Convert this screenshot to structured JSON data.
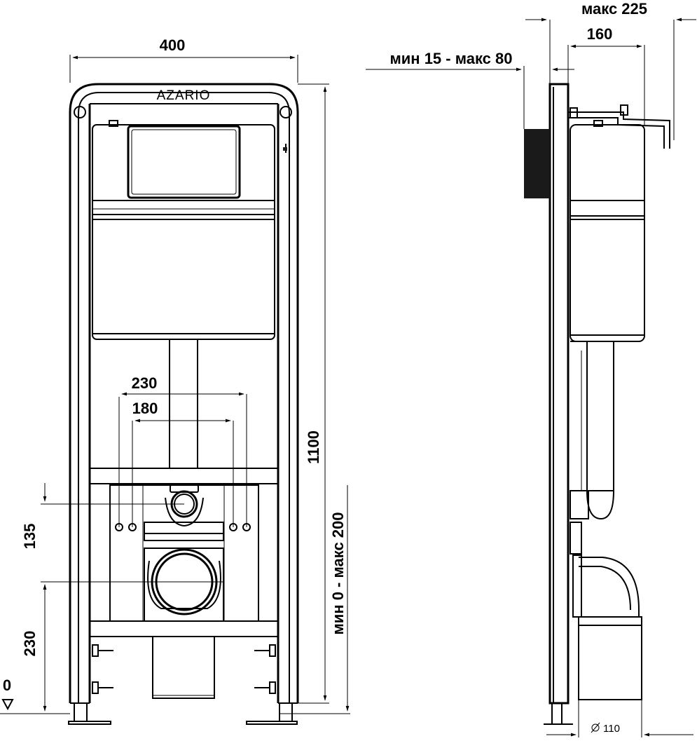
{
  "brand": "AZARIO",
  "front_view": {
    "width_total": "400",
    "height_total": "1100",
    "fix_spacing_outer": "230",
    "fix_spacing_inner": "180",
    "pipe_offset": "135",
    "outlet_height": "230",
    "floor_level": "0",
    "adjust_range": "мин 0 - макс 200"
  },
  "side_view": {
    "max_depth": "макс 225",
    "cistern_depth": "160",
    "wall_range": "мин 15 - макс 80",
    "pipe_diameter": "110"
  },
  "icons": [
    "floor-level-triangle-icon",
    "diameter-symbol-icon"
  ]
}
